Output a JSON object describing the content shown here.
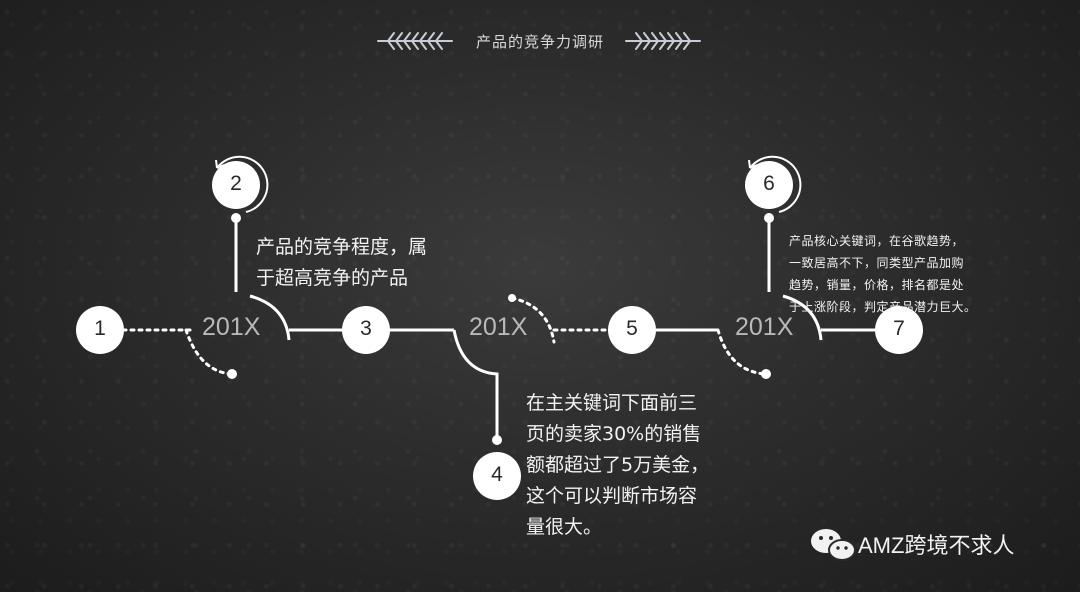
{
  "header": {
    "title": "产品的竞争力调研"
  },
  "nodes": {
    "n1": "1",
    "n2": "2",
    "n3": "3",
    "n4": "4",
    "n5": "5",
    "n6": "6",
    "n7": "7"
  },
  "years": {
    "y1": "201X",
    "y2": "201X",
    "y3": "201X"
  },
  "descriptions": {
    "d2_line1": "产品的竞争程度，属",
    "d2_line2": "于超高竞争的产品",
    "d4_line1": "在主关键词下面前三",
    "d4_line2": "页的卖家30%的销售",
    "d4_line3": "额都超过了5万美金，",
    "d4_line4": "这个可以判断市场容",
    "d4_line5": "量很大。",
    "d6_line1": "产品核心关键词，在谷歌趋势，",
    "d6_line2": "一致居高不下，同类型产品加购",
    "d6_line3": "趋势，销量，价格，排名都是处",
    "d6_line4": "于上涨阶段，判定产品潜力巨大。"
  },
  "brand": {
    "name": "AMZ跨境不求人",
    "icon": "wechat-icon"
  },
  "colors": {
    "background": "#2c2c2c",
    "line": "#ffffff",
    "circle_fill": "#ffffff",
    "text": "#f2f2f2",
    "year_text": "#b9b9b9"
  }
}
